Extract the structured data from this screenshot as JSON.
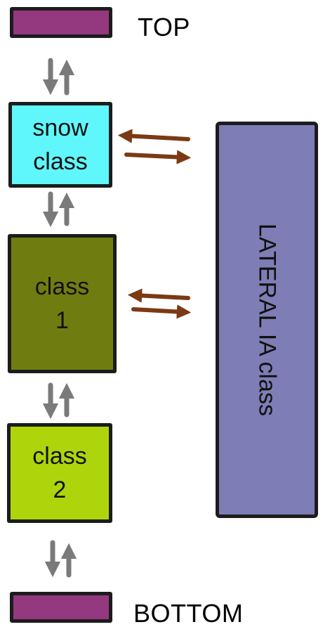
{
  "diagram": {
    "top": {
      "label": "TOP",
      "color": "#94387f"
    },
    "snow_class": {
      "line1": "snow",
      "line2": "class",
      "color": "#5ff7fb"
    },
    "class1": {
      "line1": "class",
      "line2": "1",
      "color": "#6f7d10"
    },
    "class2": {
      "line1": "class",
      "line2": "2",
      "color": "#aed50c"
    },
    "bottom": {
      "label": "BOTTOM",
      "color": "#94387f"
    },
    "lateral": {
      "label": "LATERAL IA class",
      "color": "#7f7db5"
    },
    "colors": {
      "vertical_arrow": "#7a7a7a",
      "lateral_arrow": "#7b3a14",
      "border": "#1c1c1c"
    }
  }
}
